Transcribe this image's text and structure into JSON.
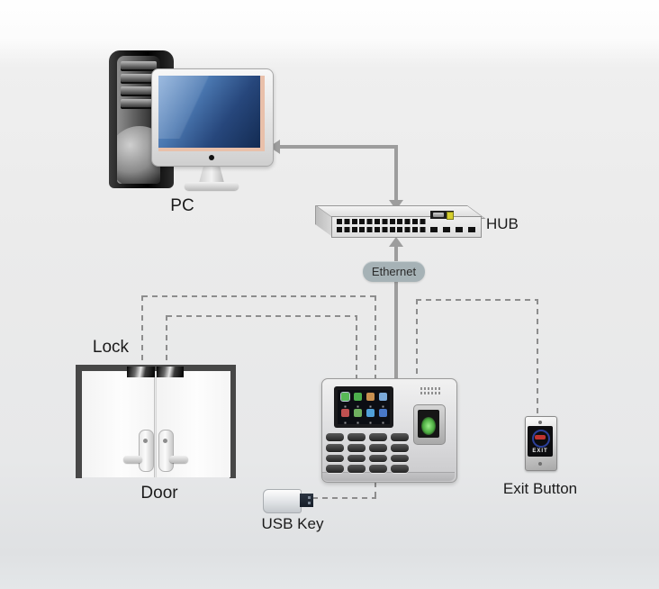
{
  "labels": {
    "pc": "PC",
    "hub": "HUB",
    "ethernet": "Ethernet",
    "lock": "Lock",
    "door": "Door",
    "usb_key": "USB Key",
    "exit_button": "Exit Button",
    "exit_face_text": "EXIT"
  },
  "nodes": {
    "pc": {
      "type": "desktop-computer-with-tower-and-monitor"
    },
    "hub": {
      "type": "network-switch",
      "port_rows": 2,
      "status_led": true
    },
    "terminal": {
      "type": "fingerprint-access-control-terminal",
      "screen_icon_grid": {
        "rows": 2,
        "cols": 4
      },
      "screen_icon_names": [
        "user",
        "users",
        "folder",
        "document",
        "pen",
        "calendar",
        "data",
        "network"
      ],
      "keypad": {
        "rows": 4,
        "cols": 4
      },
      "has_fingerprint_sensor": true
    },
    "door": {
      "type": "double-door-with-lever-handles",
      "lock_strips": 2
    },
    "usb_key": {
      "type": "usb-flash-drive"
    },
    "exit_button": {
      "type": "no-touch-exit-button-plate"
    }
  },
  "connections": [
    {
      "from": "terminal",
      "to": "hub",
      "style": "solid",
      "arrow": "into-hub",
      "badge": "Ethernet"
    },
    {
      "from": "hub",
      "to": "pc",
      "style": "solid",
      "arrow": "both-ends"
    },
    {
      "from": "terminal",
      "to": "door-lock-left",
      "style": "dashed"
    },
    {
      "from": "terminal",
      "to": "door-lock-right",
      "style": "dashed"
    },
    {
      "from": "terminal",
      "to": "exit-button",
      "style": "dashed"
    },
    {
      "from": "terminal",
      "to": "usb-key",
      "style": "dashed"
    }
  ],
  "colors": {
    "solid_line": "#9d9d9d",
    "dashed_line": "#8d8d8d",
    "ethernet_badge_bg": "#a6b2b6",
    "hub_led_yellow": "#d6cf2e",
    "fingerprint_glow_green": "#63cf57",
    "exit_ring_blue": "#2b3f99",
    "exit_red_label": "#bf332f",
    "monitor_screen_blue": "#2c4f85",
    "screen_reflection_pink": "#e9c0aa"
  }
}
